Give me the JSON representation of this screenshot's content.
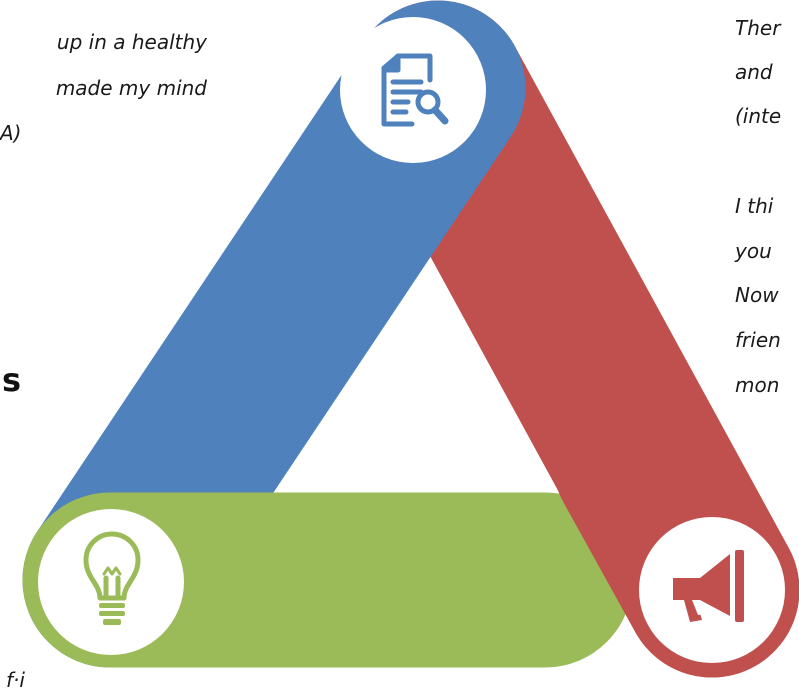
{
  "colors": {
    "blue": "#4f81bd",
    "red": "#c0504d",
    "green": "#9bbb59",
    "icon_fill": "#ffffff"
  },
  "left_quote_lines": [
    "up in a healthy",
    "made my mind",
    "A)"
  ],
  "left_heading": "s",
  "right_quote_lines": [
    "Ther",
    "and",
    "(inte",
    "",
    "I thi",
    "you",
    "Now",
    "frien",
    "mon"
  ],
  "bottom_fragment": "f·i",
  "nodes": [
    {
      "name": "top-node",
      "icon": "document-search-icon",
      "color": "blue"
    },
    {
      "name": "left-node",
      "icon": "lightbulb-icon",
      "color": "green"
    },
    {
      "name": "right-node",
      "icon": "megaphone-icon",
      "color": "red"
    }
  ]
}
